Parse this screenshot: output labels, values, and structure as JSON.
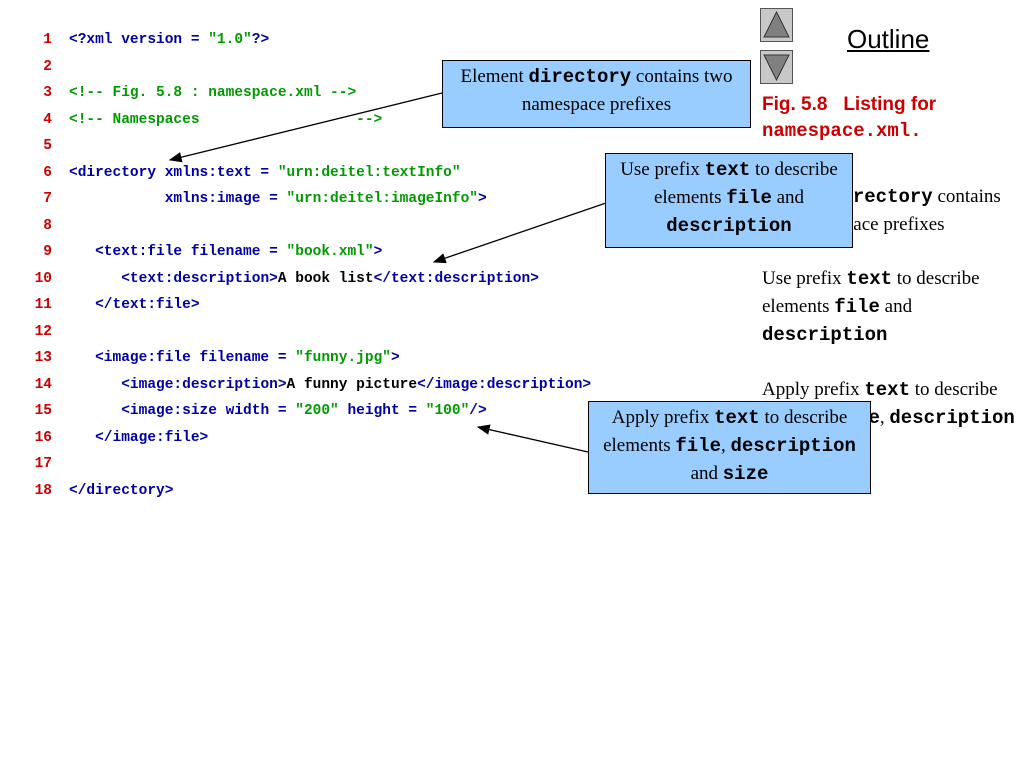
{
  "outline": {
    "title": "Outline"
  },
  "nav": {
    "up_icon": "triangle-up-icon",
    "down_icon": "triangle-down-icon"
  },
  "figure": {
    "label": "Fig. 5.8",
    "caption_text": "Listing for",
    "caption_file": "namespace.xml."
  },
  "code_lines": [
    {
      "num": "1",
      "indent": "",
      "tokens": [
        [
          "pi",
          "<?xml version = "
        ],
        [
          "str",
          "\"1.0\""
        ],
        [
          "pi",
          "?>"
        ]
      ]
    },
    {
      "num": "2",
      "indent": "",
      "tokens": []
    },
    {
      "num": "3",
      "indent": "",
      "tokens": [
        [
          "com",
          "<!-- Fig. 5.8 : namespace.xml -->"
        ]
      ]
    },
    {
      "num": "4",
      "indent": "",
      "tokens": [
        [
          "com",
          "<!-- Namespaces                  -->"
        ]
      ]
    },
    {
      "num": "5",
      "indent": "",
      "tokens": []
    },
    {
      "num": "6",
      "indent": "",
      "tokens": [
        [
          "tag",
          "<directory xmlns:text = "
        ],
        [
          "str",
          "\"urn:deitel:textInfo\""
        ]
      ]
    },
    {
      "num": "7",
      "indent": "           ",
      "tokens": [
        [
          "tag",
          "xmlns:image = "
        ],
        [
          "str",
          "\"urn:deitel:imageInfo\""
        ],
        [
          "tag",
          ">"
        ]
      ]
    },
    {
      "num": "8",
      "indent": "",
      "tokens": []
    },
    {
      "num": "9",
      "indent": "   ",
      "tokens": [
        [
          "tag",
          "<text:file filename = "
        ],
        [
          "str",
          "\"book.xml\""
        ],
        [
          "tag",
          ">"
        ]
      ]
    },
    {
      "num": "10",
      "indent": "      ",
      "tokens": [
        [
          "tag",
          "<text:description>"
        ],
        [
          "text",
          "A book list"
        ],
        [
          "tag",
          "</text:description>"
        ]
      ]
    },
    {
      "num": "11",
      "indent": "   ",
      "tokens": [
        [
          "tag",
          "</text:file>"
        ]
      ]
    },
    {
      "num": "12",
      "indent": "",
      "tokens": []
    },
    {
      "num": "13",
      "indent": "   ",
      "tokens": [
        [
          "tag",
          "<image:file filename = "
        ],
        [
          "str",
          "\"funny.jpg\""
        ],
        [
          "tag",
          ">"
        ]
      ]
    },
    {
      "num": "14",
      "indent": "      ",
      "tokens": [
        [
          "tag",
          "<image:description>"
        ],
        [
          "text",
          "A funny picture"
        ],
        [
          "tag",
          "</image:description>"
        ]
      ]
    },
    {
      "num": "15",
      "indent": "      ",
      "tokens": [
        [
          "tag",
          "<image:size width = "
        ],
        [
          "str",
          "\"200\""
        ],
        [
          "tag",
          " height = "
        ],
        [
          "str",
          "\"100\""
        ],
        [
          "tag",
          "/>"
        ]
      ]
    },
    {
      "num": "16",
      "indent": "   ",
      "tokens": [
        [
          "tag",
          "</image:file>"
        ]
      ]
    },
    {
      "num": "17",
      "indent": "",
      "tokens": []
    },
    {
      "num": "18",
      "indent": "",
      "tokens": [
        [
          "tag",
          "</directory>"
        ]
      ]
    }
  ],
  "notes": [
    {
      "parts": [
        [
          "t",
          "Element "
        ],
        [
          "m",
          "directory"
        ],
        [
          "t",
          " contains two namespace prefixes"
        ]
      ]
    },
    {
      "parts": [
        [
          "t",
          "Use prefix "
        ],
        [
          "m",
          "text"
        ],
        [
          "t",
          " to describe elements "
        ],
        [
          "m",
          "file"
        ],
        [
          "t",
          " and "
        ],
        [
          "m",
          "description"
        ]
      ]
    },
    {
      "parts": [
        [
          "t",
          "Apply prefix "
        ],
        [
          "m",
          "text"
        ],
        [
          "t",
          " to describe elements "
        ],
        [
          "m",
          "file"
        ],
        [
          "t",
          ", "
        ],
        [
          "m",
          "description"
        ],
        [
          "t",
          " and "
        ],
        [
          "m",
          "size"
        ]
      ]
    }
  ],
  "callouts": [
    {
      "parts": [
        [
          "t",
          "Element "
        ],
        [
          "m",
          "directory"
        ],
        [
          "t",
          " contains two namespace prefixes"
        ]
      ]
    },
    {
      "parts": [
        [
          "t",
          "Use prefix "
        ],
        [
          "m",
          "text"
        ],
        [
          "t",
          " to describe elements "
        ],
        [
          "m",
          "file"
        ],
        [
          "t",
          " and "
        ],
        [
          "m",
          "description"
        ]
      ]
    },
    {
      "parts": [
        [
          "t",
          "Apply prefix "
        ],
        [
          "m",
          "text"
        ],
        [
          "t",
          " to describe elements "
        ],
        [
          "m",
          "file"
        ],
        [
          "t",
          ", "
        ],
        [
          "m",
          "description"
        ],
        [
          "t",
          " and "
        ],
        [
          "m",
          "size"
        ]
      ]
    }
  ],
  "colors": {
    "line_number": "#cc0000",
    "markup": "#0000a0",
    "string_and_comment": "#009a00",
    "callout_fill": "#99ccff",
    "caption": "#cc0000"
  }
}
